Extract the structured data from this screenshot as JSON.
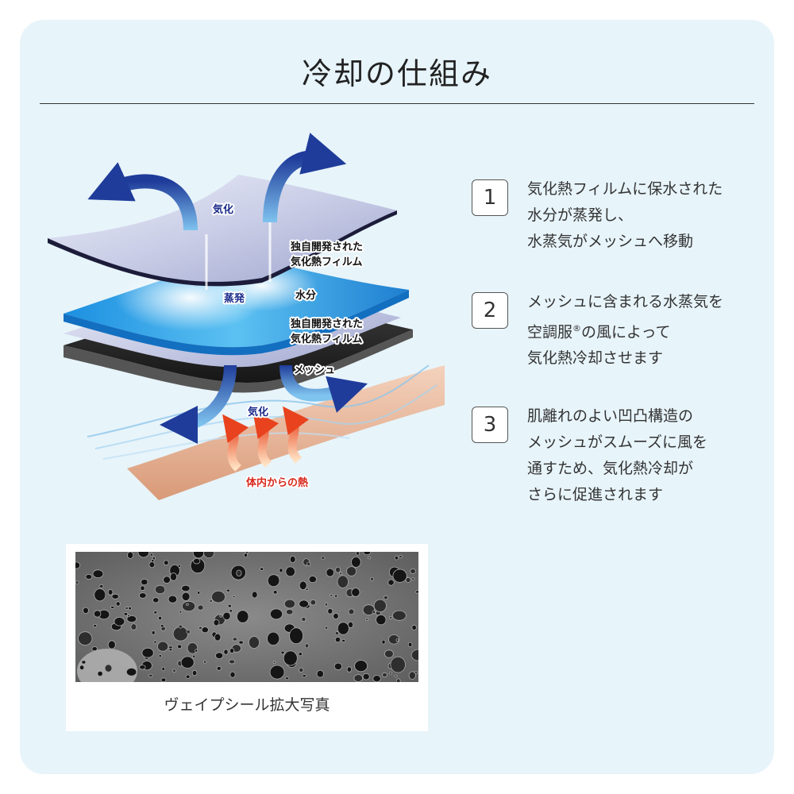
{
  "title": "冷却の仕組み",
  "diagram": {
    "labels": {
      "vaporize_top": "気化",
      "film_top_line1": "独自開発された",
      "film_top_line2": "気化熱フィルム",
      "evaporation": "蒸発",
      "water": "水分",
      "film_bottom_line1": "独自開発された",
      "film_bottom_line2": "気化熱フィルム",
      "mesh": "メッシュ",
      "vaporize_bottom": "気化",
      "body_heat": "体内からの熱"
    },
    "colors": {
      "arrow_blue": "#1f3c9a",
      "arrow_orange": "#f06a2a",
      "film": "#d6d9ee",
      "water": "#39a6e6",
      "mesh": "#2a2a2a",
      "skin": "#e8b79b"
    }
  },
  "steps": [
    {
      "number": "1",
      "text": "気化熱フィルムに保水された\n水分が蒸発し、\n水蒸気がメッシュへ移動"
    },
    {
      "number": "2",
      "text_before": "メッシュに含まれる水蒸気を\n空調服",
      "registered": "®",
      "text_after": "の風によって\n気化熱冷却させます"
    },
    {
      "number": "3",
      "text": "肌離れのよい凹凸構造の\nメッシュがスムーズに風を\n通すため、気化熱冷却が\nさらに促進されます"
    }
  ],
  "photo": {
    "caption": "ヴェイプシール拡大写真"
  }
}
